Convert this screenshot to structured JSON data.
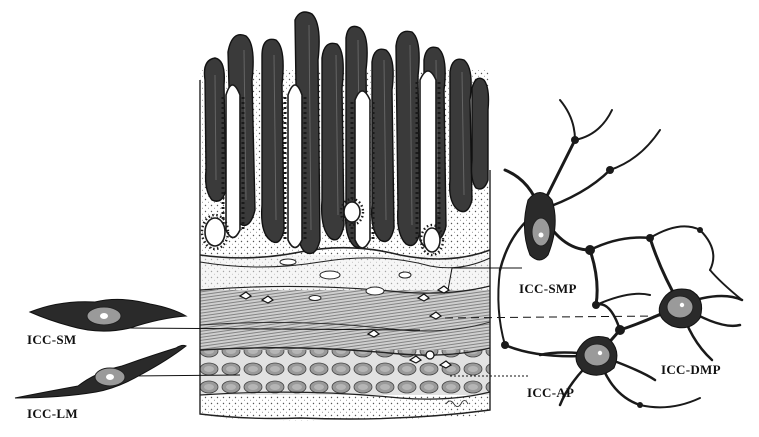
{
  "labels": {
    "icc_sm": "ICC-SM",
    "icc_lm": "ICC-LM",
    "icc_smp": "ICC-SMP",
    "icc_ap": "ICC-AP",
    "icc_dmp": "ICC-DMP"
  },
  "colors": {
    "ink": "#1a1a1a",
    "villus_dark": "#3a3a3a",
    "lamina": "#f4f4f4",
    "muscle": "#bdbdbd",
    "nucleus": "#ffffff"
  },
  "icons": {
    "cell": "interstitial-cell-of-cajal"
  }
}
